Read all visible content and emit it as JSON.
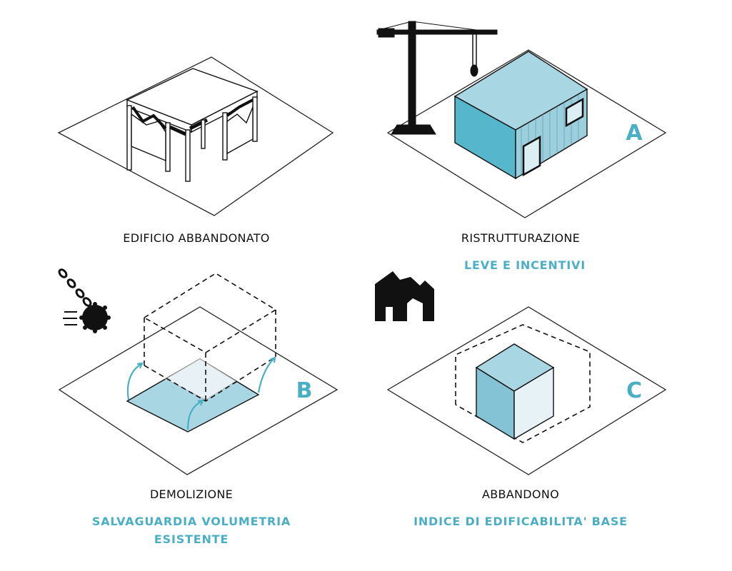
{
  "colors": {
    "accent": "#4aafc4",
    "box_top": "#a9d6e3",
    "box_side": "#56b6cc",
    "ink": "#111111"
  },
  "panels": [
    {
      "label": "EDIFICIO ABBANDONATO"
    },
    {
      "label": "RISTRUTTURAZIONE",
      "subtitle": "LEVE E INCENTIVI",
      "letter": "A"
    },
    {
      "label": "DEMOLIZIONE",
      "subtitle_line1": "SALVAGUARDIA VOLUMETRIA",
      "subtitle_line2": "ESISTENTE",
      "letter": "B"
    },
    {
      "label": "ABBANDONO",
      "subtitle": "INDICE DI EDIFICABILITA' BASE",
      "letter": "C"
    }
  ],
  "icons": [
    "ruined-building-icon",
    "crane-icon",
    "wrecking-ball-icon",
    "ruin-silhouette-icon"
  ]
}
